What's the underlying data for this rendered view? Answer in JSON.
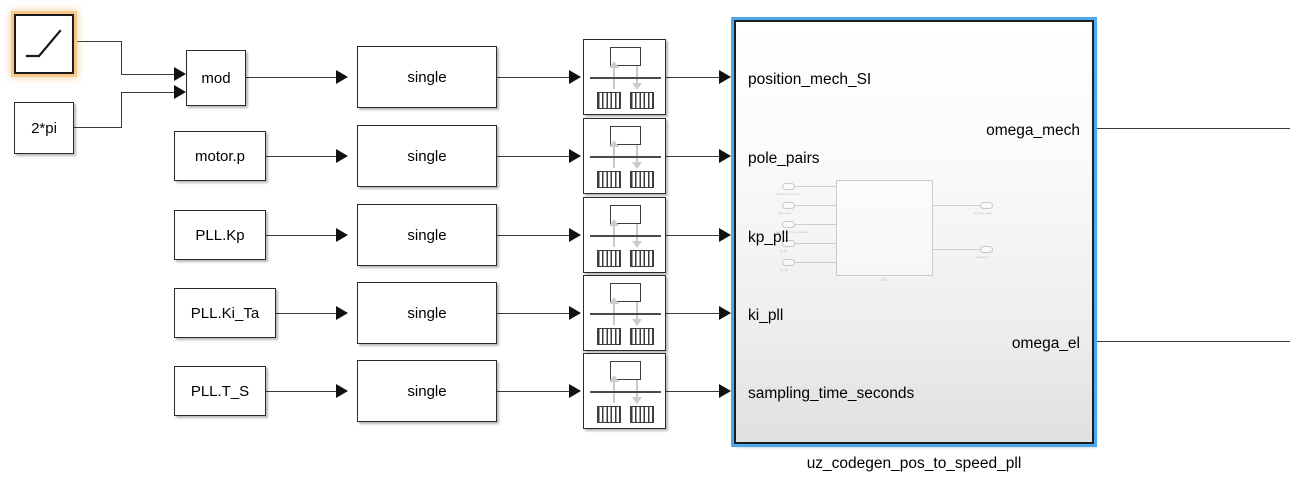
{
  "diagram": {
    "title": "uz_codegen_pos_to_speed_pll",
    "accent_selected": "#4aa9ef",
    "accent_highlight": "#f3b061",
    "wire_color": "#3a3a3a",
    "block_border": "#2b2b2b"
  },
  "sources": [
    {
      "name": "ramp",
      "label": "",
      "icon": "ramp-icon",
      "highlighted": true
    },
    {
      "name": "two-pi",
      "label": "2*pi",
      "highlighted": false
    },
    {
      "name": "motor-p",
      "label": "motor.p",
      "highlighted": false
    },
    {
      "name": "pll-kp",
      "label": "PLL.Kp",
      "highlighted": false
    },
    {
      "name": "pll-ki-ta",
      "label": "PLL.Ki_Ta",
      "highlighted": false
    },
    {
      "name": "pll-t-s",
      "label": "PLL.T_S",
      "highlighted": false
    }
  ],
  "mod_block": {
    "label": "mod"
  },
  "convert_blocks": [
    {
      "label": "single"
    },
    {
      "label": "single"
    },
    {
      "label": "single"
    },
    {
      "label": "single"
    },
    {
      "label": "single"
    }
  ],
  "rate_transition_blocks": [
    {
      "name": "rate-transition-1"
    },
    {
      "name": "rate-transition-2"
    },
    {
      "name": "rate-transition-3"
    },
    {
      "name": "rate-transition-4"
    },
    {
      "name": "rate-transition-5"
    }
  ],
  "subsystem": {
    "caption": "uz_codegen_pos_to_speed_pll",
    "selected": true,
    "inputs": [
      {
        "label": "position_mech_SI"
      },
      {
        "label": "pole_pairs"
      },
      {
        "label": "kp_pll"
      },
      {
        "label": "ki_pll"
      },
      {
        "label": "sampling_time_seconds"
      }
    ],
    "outputs": [
      {
        "label": "omega_mech"
      },
      {
        "label": "omega_el"
      }
    ],
    "preview": {
      "core_label": "PLL",
      "inputs": [
        {
          "label": "position_mech_SI"
        },
        {
          "label": "pole_pairs"
        },
        {
          "label": "sampling_time_seconds"
        },
        {
          "label": "ki_pll"
        },
        {
          "label": "kp_pll"
        }
      ],
      "outputs": [
        {
          "label": "omega_mech"
        },
        {
          "label": "omega_el"
        }
      ]
    }
  }
}
